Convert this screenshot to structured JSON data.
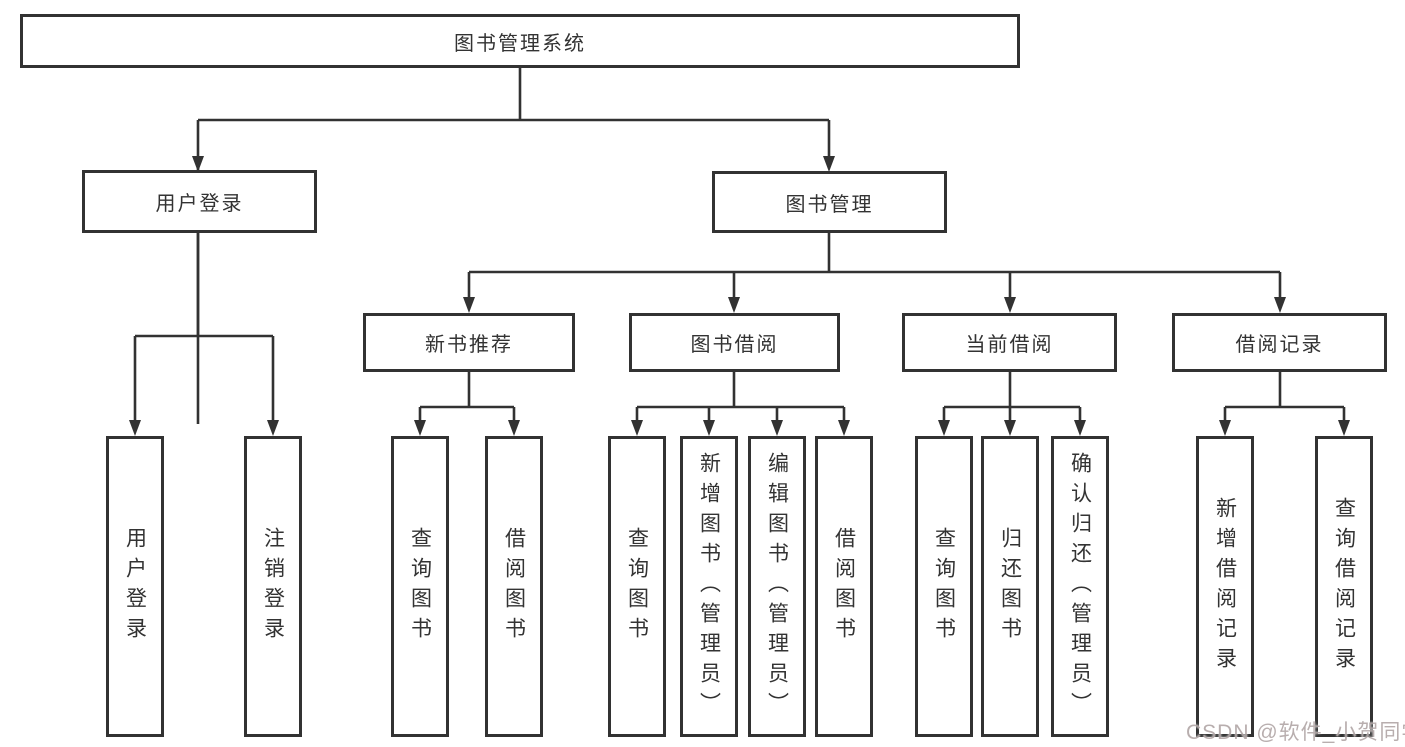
{
  "diagram": {
    "root": {
      "label": "图书管理系统"
    },
    "branches": [
      {
        "label": "用户登录",
        "children": [
          {
            "label": "用户登录"
          },
          {
            "label": "注销登录"
          }
        ]
      },
      {
        "label": "图书管理",
        "children": [
          {
            "label": "新书推荐",
            "children": [
              {
                "label": "查询图书"
              },
              {
                "label": "借阅图书"
              }
            ]
          },
          {
            "label": "图书借阅",
            "children": [
              {
                "label": "查询图书"
              },
              {
                "label": "新增图书（管理员）"
              },
              {
                "label": "编辑图书（管理员）"
              },
              {
                "label": "借阅图书"
              }
            ]
          },
          {
            "label": "当前借阅",
            "children": [
              {
                "label": "查询图书"
              },
              {
                "label": "归还图书"
              },
              {
                "label": "确认归还（管理员）"
              }
            ]
          },
          {
            "label": "借阅记录",
            "children": [
              {
                "label": "新增借阅记录"
              },
              {
                "label": "查询借阅记录"
              }
            ]
          }
        ]
      }
    ]
  },
  "watermark": {
    "text": "CSDN @软件_小贺同学"
  },
  "colors": {
    "line": "#323232",
    "text": "#333333",
    "background": "#ffffff",
    "watermark": "#b3a8a8"
  }
}
